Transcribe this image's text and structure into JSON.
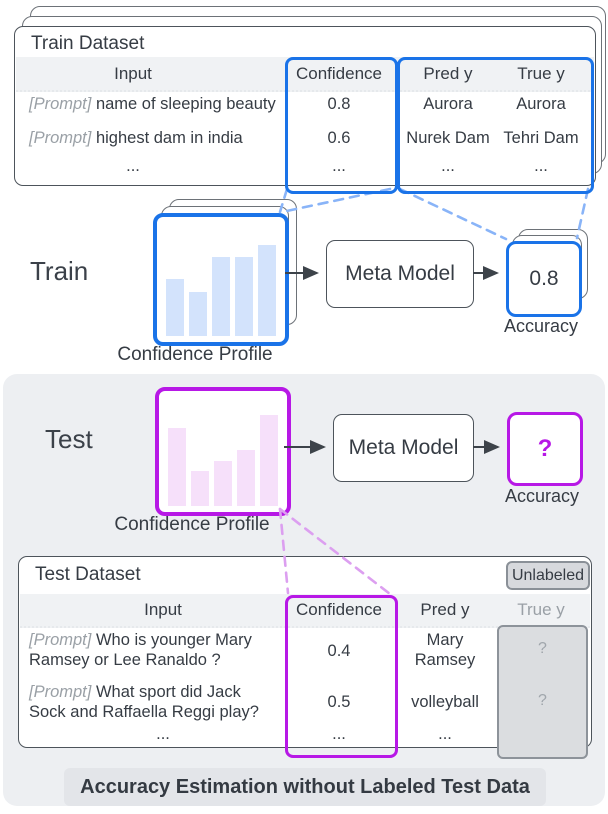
{
  "colors": {
    "accent_blue": "#1a73e8",
    "bar_blue": "#d3e3fc",
    "dash_blue": "#89b4f8",
    "accent_purple": "#b718e6",
    "bar_purple": "#f6e0fa",
    "dash_purple": "#dc9ff0",
    "ink": "#363c44",
    "muted": "#9aa0a6",
    "line": "#4d545b",
    "header_bg": "#f0f2f4",
    "panel_bg": "#edeff2",
    "badge_bg": "#d7d9dd",
    "badge_border": "#8a9097",
    "masked_bg": "#dbdde0",
    "masked_border": "#8d939a",
    "caption_bg": "#e3e5e9"
  },
  "train": {
    "section_label": "Train",
    "dataset": {
      "title": "Train Dataset",
      "col_input": "Input",
      "col_confidence": "Confidence",
      "col_pred": "Pred y",
      "col_true": "True y",
      "rows": [
        {
          "tag": "[Prompt]",
          "input": "name of sleeping beauty",
          "confidence": "0.8",
          "pred": "Aurora",
          "true": "Aurora"
        },
        {
          "tag": "[Prompt]",
          "input": "highest dam in india",
          "confidence": "0.6",
          "pred": "Nurek Dam",
          "true": "Tehri Dam"
        },
        {
          "tag": "",
          "input": "...",
          "confidence": "...",
          "pred": "...",
          "true": "..."
        }
      ]
    },
    "profile_label": "Confidence Profile",
    "meta_model": "Meta Model",
    "accuracy_value": "0.8",
    "accuracy_label": "Accuracy"
  },
  "test": {
    "section_label": "Test",
    "profile_label": "Confidence Profile",
    "meta_model": "Meta Model",
    "accuracy_value": "?",
    "accuracy_label": "Accuracy",
    "dataset": {
      "title": "Test Dataset",
      "badge": "Unlabeled",
      "col_input": "Input",
      "col_confidence": "Confidence",
      "col_pred": "Pred y",
      "col_true": "True y",
      "rows": [
        {
          "tag": "[Prompt]",
          "input": "Who is younger Mary Ramsey or Lee Ranaldo ?",
          "confidence": "0.4",
          "pred": "Mary Ramsey",
          "true": "?"
        },
        {
          "tag": "[Prompt]",
          "input": "What sport did Jack Sock and Raffaella Reggi play?",
          "confidence": "0.5",
          "pred": "volleyball",
          "true": "?"
        },
        {
          "tag": "",
          "input": "...",
          "confidence": "...",
          "pred": "...",
          "true": ""
        }
      ]
    }
  },
  "caption": "Accuracy Estimation without Labeled Test Data",
  "chart_data": [
    {
      "type": "bar",
      "name": "train_confidence_profile",
      "values": [
        0.51,
        0.4,
        0.71,
        0.71,
        0.82
      ],
      "ylim": [
        0,
        1
      ]
    },
    {
      "type": "bar",
      "name": "test_confidence_profile",
      "values": [
        0.73,
        0.33,
        0.42,
        0.52,
        0.85
      ],
      "ylim": [
        0,
        1
      ]
    }
  ]
}
